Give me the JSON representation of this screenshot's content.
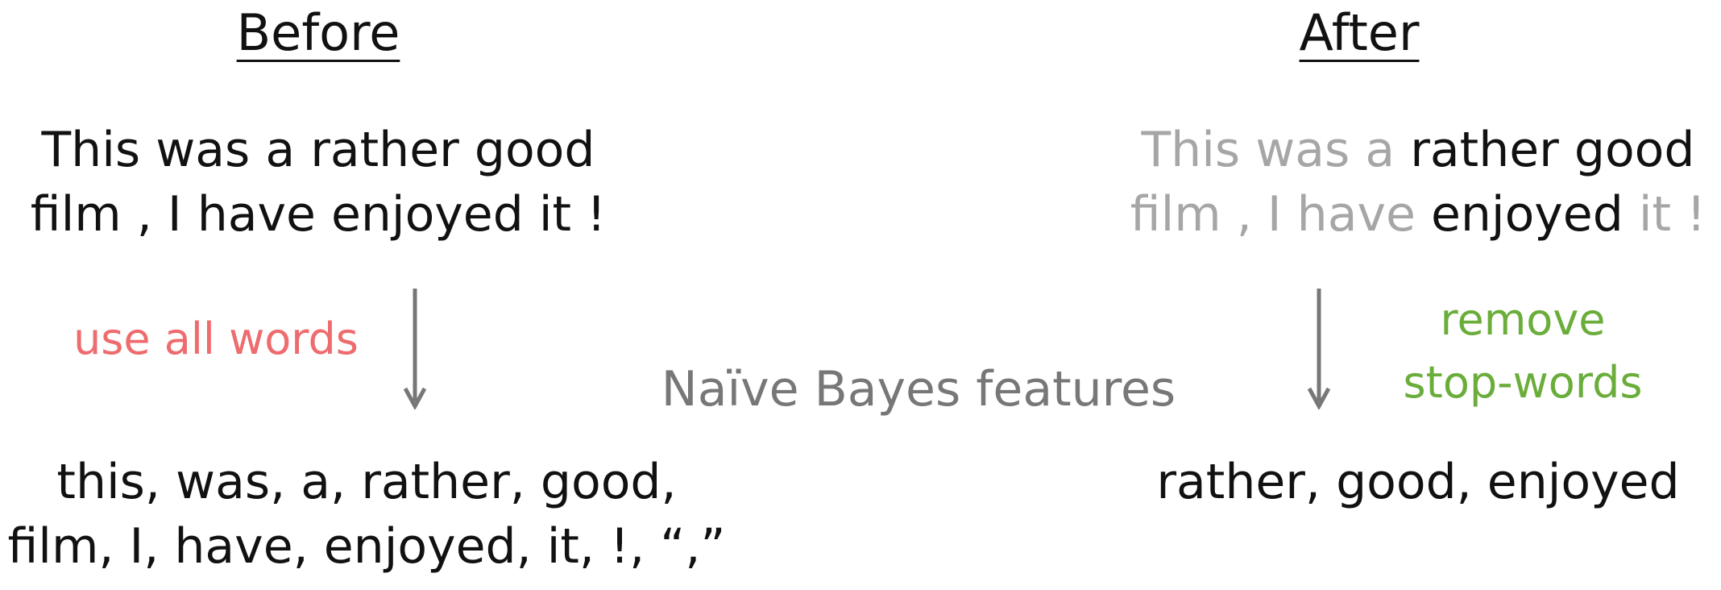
{
  "before": {
    "heading": "Before",
    "sentence_line1": "This was a rather good",
    "sentence_line2": "film , I have enjoyed it !",
    "action_label": "use all words",
    "features_line1": "this, was, a, rather, good,",
    "features_line2": "film, I, have, enjoyed, it, !, “,”"
  },
  "after": {
    "heading": "After",
    "sentence_line1_parts": [
      {
        "text": "This was a ",
        "kept": false
      },
      {
        "text": "rather good",
        "kept": true
      }
    ],
    "sentence_line2_parts": [
      {
        "text": "film , I have ",
        "kept": false
      },
      {
        "text": "enjoyed",
        "kept": true
      },
      {
        "text": " it !",
        "kept": false
      }
    ],
    "action_label_line1": "remove",
    "action_label_line2": "stop-words",
    "features": "rather, good, enjoyed"
  },
  "center_title": "Naïve Bayes features",
  "colors": {
    "text": "#111111",
    "removed_word": "#a6a6a6",
    "use_all_label": "#ee6b6e",
    "remove_label": "#6aad3a",
    "arrow": "#777777",
    "center_title": "#777777"
  },
  "icons": {
    "left_arrow": "arrow-down-icon",
    "right_arrow": "arrow-down-icon"
  }
}
